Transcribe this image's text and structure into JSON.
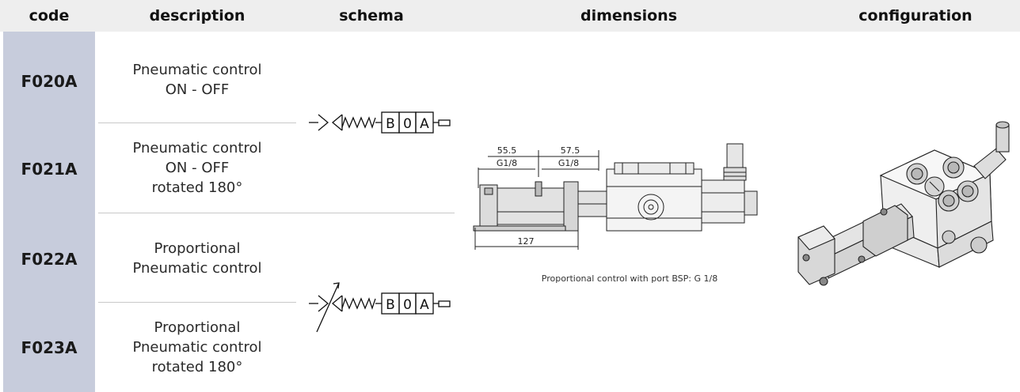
{
  "headers": {
    "code": "code",
    "description": "description",
    "schema": "schema",
    "dimensions": "dimensions",
    "configuration": "configuration"
  },
  "rows": [
    {
      "code": "F020A",
      "description": [
        "Pneumatic control",
        "ON - OFF"
      ]
    },
    {
      "code": "F021A",
      "description": [
        "Pneumatic control",
        "ON - OFF",
        "rotated 180°"
      ]
    },
    {
      "code": "F022A",
      "description": [
        "Proportional",
        "Pneumatic control"
      ]
    },
    {
      "code": "F023A",
      "description": [
        "Proportional",
        "Pneumatic control",
        "rotated 180°"
      ]
    }
  ],
  "schema_symbol": {
    "positions": [
      "B",
      "0",
      "A"
    ]
  },
  "drawing": {
    "dim_55_5": "55.5",
    "dim_57_5": "57.5",
    "port_left": "G1/8",
    "port_right": "G1/8",
    "dim_127": "127",
    "caption": "Proportional control with port BSP: G 1/8"
  },
  "colors": {
    "code_column": "#c7ccdc",
    "header_bg": "#eeeeee"
  }
}
